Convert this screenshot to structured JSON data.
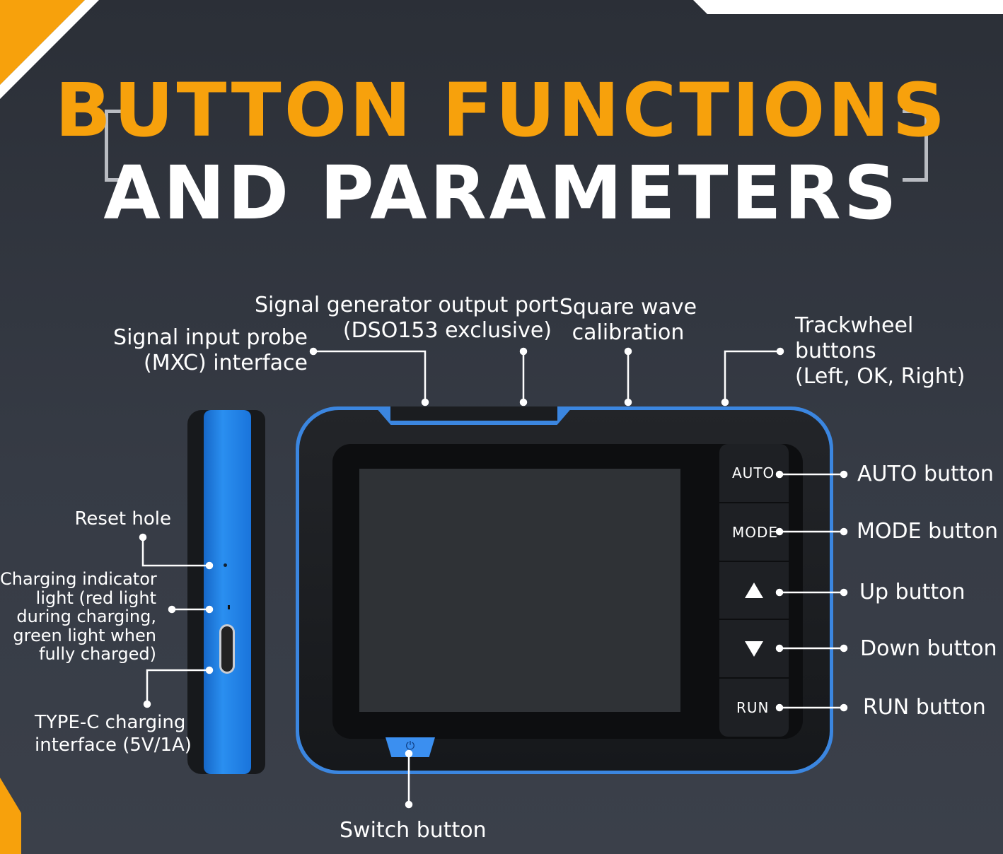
{
  "title": {
    "line1": "BUTTON FUNCTIONS",
    "line2": "AND PARAMETERS"
  },
  "colors": {
    "accent": "#f7a10c",
    "device_blue": "#1f86e6",
    "background": "#30343d"
  },
  "labels": {
    "signal_input": [
      "Signal input probe",
      "(MXC) interface"
    ],
    "signal_gen": [
      "Signal generator output port",
      "(DSO153 exclusive)"
    ],
    "square_wave": [
      "Square wave",
      "calibration"
    ],
    "trackwheel": [
      "Trackwheel",
      "buttons",
      "(Left, OK, Right)"
    ],
    "auto": "AUTO button",
    "mode": "MODE button",
    "up": "Up button",
    "down": "Down button",
    "run": "RUN button",
    "switch": "Switch button",
    "reset": "Reset hole",
    "charging_light": [
      "Charging indicator",
      "light (red light",
      "during charging,",
      "green light when",
      "fully charged)"
    ],
    "typec": [
      "TYPE-C charging",
      "interface (5V/1A)"
    ]
  },
  "device": {
    "auto": "AUTO",
    "mode": "MODE",
    "run": "RUN",
    "up_icon": "triangle-up-icon",
    "down_icon": "triangle-down-icon",
    "power_icon": "power-icon"
  }
}
